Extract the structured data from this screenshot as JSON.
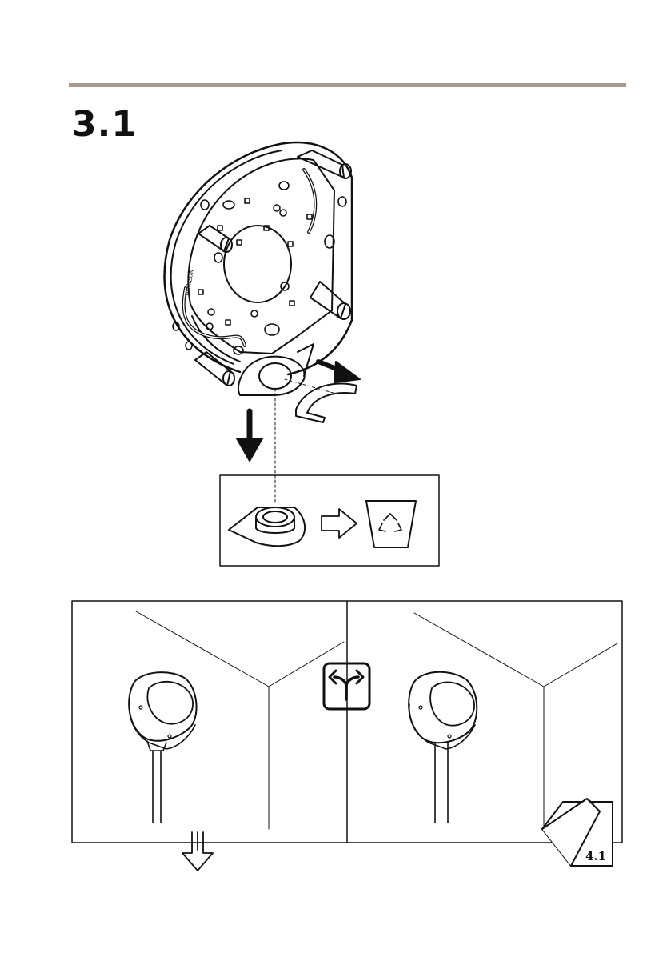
{
  "step": {
    "title": "3.1"
  },
  "figure": {
    "mount_label": "HORIZON",
    "reference_step": "4.1"
  },
  "colors": {
    "rule": "#a89890",
    "line": "#111111"
  },
  "icons": [
    "arrow-down-icon",
    "arrow-right-icon",
    "outline-arrow-right-icon",
    "recycle-bin-icon",
    "branch-options-icon",
    "continue-down-icon",
    "page-reference-icon"
  ]
}
